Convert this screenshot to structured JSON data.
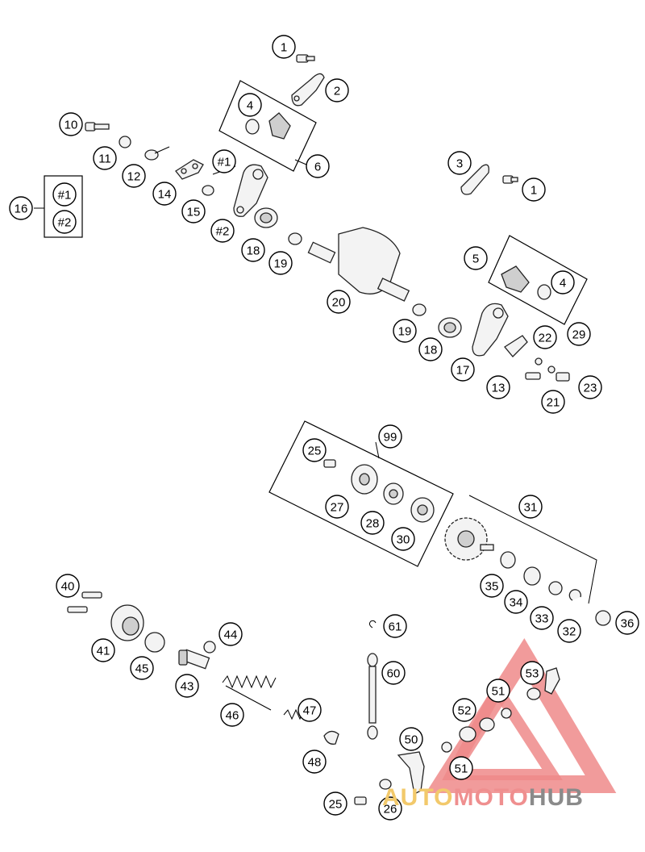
{
  "callouts": [
    {
      "label": "1"
    },
    {
      "label": "2"
    },
    {
      "label": "4"
    },
    {
      "label": "6"
    },
    {
      "label": "10"
    },
    {
      "label": "11"
    },
    {
      "label": "12"
    },
    {
      "label": "#1"
    },
    {
      "label": "14"
    },
    {
      "label": "15"
    },
    {
      "label": "#2"
    },
    {
      "label": "#1"
    },
    {
      "label": "#2"
    },
    {
      "label": "16"
    },
    {
      "label": "18"
    },
    {
      "label": "19"
    },
    {
      "label": "3"
    },
    {
      "label": "1"
    },
    {
      "label": "5"
    },
    {
      "label": "4"
    },
    {
      "label": "20"
    },
    {
      "label": "19"
    },
    {
      "label": "18"
    },
    {
      "label": "17"
    },
    {
      "label": "22"
    },
    {
      "label": "29"
    },
    {
      "label": "13"
    },
    {
      "label": "23"
    },
    {
      "label": "21"
    },
    {
      "label": "25"
    },
    {
      "label": "99"
    },
    {
      "label": "27"
    },
    {
      "label": "28"
    },
    {
      "label": "30"
    },
    {
      "label": "31"
    },
    {
      "label": "35"
    },
    {
      "label": "34"
    },
    {
      "label": "33"
    },
    {
      "label": "32"
    },
    {
      "label": "36"
    },
    {
      "label": "40"
    },
    {
      "label": "41"
    },
    {
      "label": "45"
    },
    {
      "label": "44"
    },
    {
      "label": "43"
    },
    {
      "label": "46"
    },
    {
      "label": "47"
    },
    {
      "label": "48"
    },
    {
      "label": "61"
    },
    {
      "label": "60"
    },
    {
      "label": "53"
    },
    {
      "label": "51"
    },
    {
      "label": "52"
    },
    {
      "label": "50"
    },
    {
      "label": "51"
    },
    {
      "label": "25"
    },
    {
      "label": "26"
    }
  ],
  "watermark": {
    "part1": "AUTO",
    "part2": "MOTO",
    "part3": "HUB",
    "colors": {
      "auto": "#f2c96b",
      "moto": "#ef8f8f",
      "hub": "#8a8a8a",
      "triangle": "#ef8a8a"
    }
  }
}
